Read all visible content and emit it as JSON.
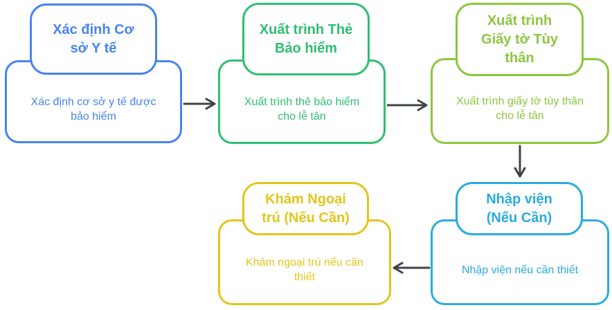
{
  "diagram": {
    "type": "flowchart",
    "background_color": "#ffffff",
    "arrow_color": "#3F4347",
    "nodes": [
      {
        "id": "identify-facility",
        "title": "Xác định Cơ sở Y tế",
        "title_lines": [
          "Xác định Cơ",
          "sở Y tế"
        ],
        "body": "Xác định cơ sở y tế được bảo hiểm",
        "body_lines": [
          "Xác định cơ sở y tế được",
          "bảo hiểm"
        ],
        "color": "#4584F1"
      },
      {
        "id": "present-insurance-card",
        "title": "Xuất trình Thẻ Bảo hiểm",
        "title_lines": [
          "Xuất trình Thẻ",
          "Bảo hiểm"
        ],
        "body": "Xuất trình thẻ bảo hiểm cho lễ tân",
        "body_lines": [
          "Xuất trình thẻ bảo hiểm",
          "cho lễ tân"
        ],
        "color": "#2EBE71"
      },
      {
        "id": "present-identity-papers",
        "title": "Xuất trình Giấy tờ Tùy thân",
        "title_lines": [
          "Xuất trình",
          "Giấy tờ Tùy",
          "thân"
        ],
        "body": "Xuất trình giấy tờ tùy thân cho lễ tân",
        "body_lines": [
          "Xuất trình giấy tờ tùy thân",
          "cho lễ tân"
        ],
        "color": "#8CC63F"
      },
      {
        "id": "hospital-admission",
        "title": "Nhập viện (Nếu Cần)",
        "title_lines": [
          "Nhập viện",
          "(Nếu Cần)"
        ],
        "body": "Nhập viện nếu cần thiết",
        "body_lines": [
          "Nhập viện nếu cần thiết"
        ],
        "color": "#29ABE2"
      },
      {
        "id": "outpatient-exam",
        "title": "Khám Ngoại trú (Nếu Cần)",
        "title_lines": [
          "Khám Ngoại",
          "trú (Nếu Cần)"
        ],
        "body": "Khám ngoại trú nếu cần thiết",
        "body_lines": [
          "Khám ngoại trú nếu cần",
          "thiết"
        ],
        "color": "#E3C51B"
      }
    ],
    "edges": [
      {
        "from": "identify-facility",
        "to": "present-insurance-card"
      },
      {
        "from": "present-insurance-card",
        "to": "present-identity-papers"
      },
      {
        "from": "present-identity-papers",
        "to": "hospital-admission"
      },
      {
        "from": "hospital-admission",
        "to": "outpatient-exam"
      }
    ]
  }
}
